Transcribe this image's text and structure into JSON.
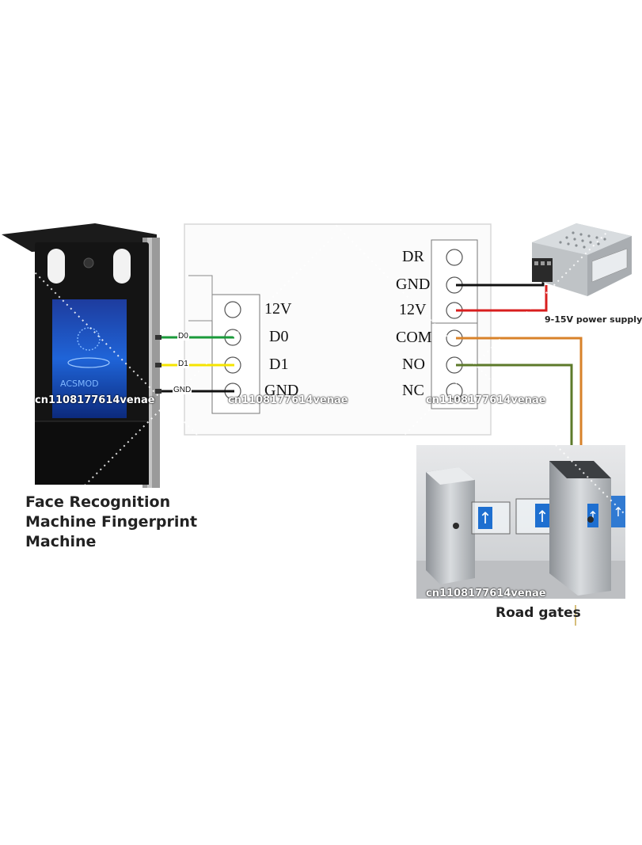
{
  "devices": {
    "terminal_caption": [
      "Face Recognition",
      "Machine Fingerprint",
      "Machine"
    ],
    "terminal_brand": "ACSMOD",
    "power_supply_caption": "9-15V power supply",
    "gates_caption": "Road gates"
  },
  "controller": {
    "left_terminals": [
      "12V",
      "D0",
      "D1",
      "GND"
    ],
    "right_terminals": [
      "DR",
      "GND",
      "12V",
      "COM",
      "NO",
      "NC"
    ]
  },
  "wires": {
    "d0": {
      "label": "D0",
      "color": "#1a9a3a"
    },
    "d1": {
      "label": "D1",
      "color": "#f5e400"
    },
    "gnd": {
      "label": "GND",
      "color": "#111111"
    },
    "psu_gnd": {
      "color": "#111111"
    },
    "psu_12v": {
      "color": "#d81e1e"
    },
    "com": {
      "color": "#d8822a"
    },
    "no": {
      "color": "#5d7a2a"
    }
  },
  "watermark": "cn1108177614venae"
}
